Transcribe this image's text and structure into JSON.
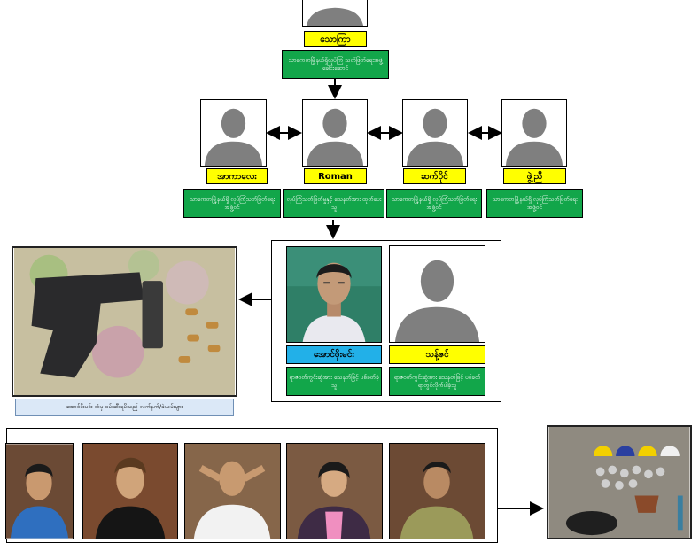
{
  "top_person": {
    "name": "သောကြာ",
    "desc": "သာကေတမြို့နယ်ရှိလုပ်ကြံ သတ်ဖြတ်ရေးအဖွဲ့ခေါင်းဆောင်"
  },
  "middle_row": [
    {
      "name": "အာကာလေး",
      "desc": "သာကေတမြို့နယ်ရှိ လုပ်ကြံသတ်ဖြတ်ရေးအဖွဲ့ဝင်"
    },
    {
      "name": "Roman",
      "desc": "လုပ်ကြံသတ်ဖြတ်မှုနှင့် သေနတ်အား ထုတ်ပေးသူ"
    },
    {
      "name": "ဆက်ပိုင်",
      "desc": "သာကေတမြို့နယ်ရှိ လုပ်ကြံသတ်ဖြတ်ရေးအဖွဲ့ဝင်"
    },
    {
      "name": "ဖွဲ့ညီ",
      "desc": "သာကေတမြို့နယ်ရှိ လုပ်ကြံသတ်ဖြတ်ရေးအဖွဲ့ဝင်"
    }
  ],
  "arrested": [
    {
      "name": "အောင်ဖိုးမင်း",
      "desc": "ရာဇဝတ်ကွင်းဆွဲအား သေနတ်ဖြင့် ပစ်ခတ်ခဲ့သူ"
    },
    {
      "name": "သန့်ဇင်",
      "desc": "ရာဇဝတ်ကွင်းဆွဲအား သေနတ်ဖြင့် ပစ်ခတ်ရာတွင်လိုက်ပါခဲ့သူ"
    }
  ],
  "evidence_caption": "အောင်ဖိုးမင်း ထံမှ ဖမ်းဆီးရမိသည့် လက်နက်/ခဲယမ်းများ",
  "colors": {
    "yellow": "#ffff00",
    "green": "#12a64a",
    "blue": "#22b0e8",
    "silhouette": "#7f7f7f"
  }
}
